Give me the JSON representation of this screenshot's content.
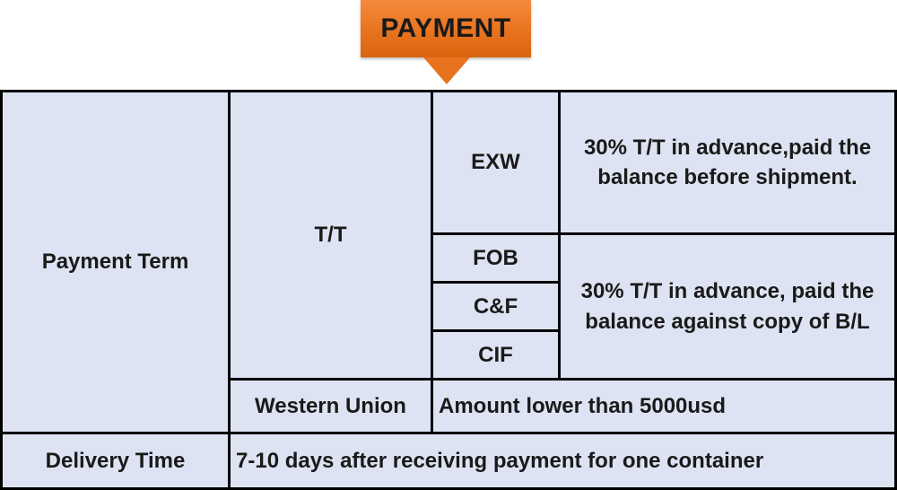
{
  "header": {
    "title": "PAYMENT",
    "color": "#e8731f"
  },
  "table": {
    "rows": {
      "payment_term": {
        "label": "Payment Term",
        "method_tt": "T/T",
        "incoterms": {
          "exw": "EXW",
          "fob": "FOB",
          "cf": "C&F",
          "cif": "CIF"
        },
        "terms": {
          "exw_note": "30% T/T in advance,paid the balance before shipment.",
          "fob_cf_cif_note": "30% T/T in advance, paid the balance against copy of B/L"
        },
        "method_wu": "Western Union",
        "wu_note": "Amount lower than 5000usd"
      },
      "delivery_time": {
        "label": "Delivery Time",
        "value": "7-10 days after receiving payment for one container"
      }
    }
  }
}
